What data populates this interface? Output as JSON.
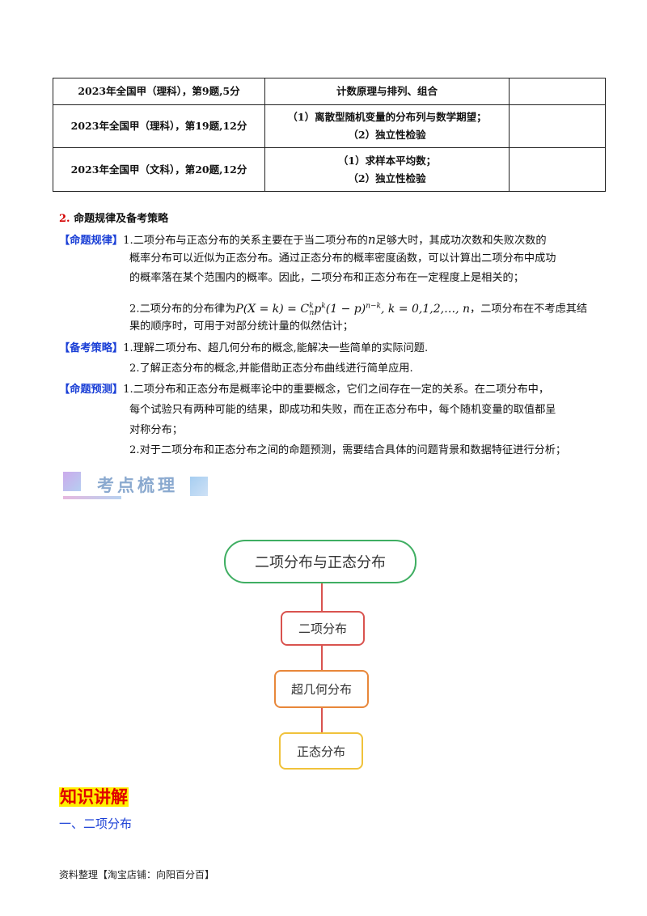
{
  "table": {
    "rows": [
      {
        "source": "2023年全国甲（理科），第9题,5分",
        "topic_lines": [
          "计数原理与排列、组合"
        ],
        "extra": ""
      },
      {
        "source": "2023年全国甲（理科），第19题,12分",
        "topic_lines": [
          "（1）离散型随机变量的分布列与数学期望；",
          "（2）独立性检验"
        ],
        "extra": ""
      },
      {
        "source": "2023年全国甲（文科），第20题,12分",
        "topic_lines": [
          "（1）求样本平均数；",
          "（2）独立性检验"
        ],
        "extra": ""
      }
    ]
  },
  "section2": {
    "num": "2.",
    "title": "命题规律及备考策略"
  },
  "rules": {
    "tag": "【命题规律】",
    "p1_line1": "1.二项分布与正态分布的关系主要在于当二项分布的",
    "p1_n": "n",
    "p1_line1b": "足够大时，其成功次数和失败次数的",
    "p1_line2": "概率分布可以近似为正态分布。通过正态分布的概率密度函数，可以计算出二项分布中成功",
    "p1_line3": "的概率落在某个范围内的概率。因此，二项分布和正态分布在一定程度上是相关的；",
    "p2_prefix": "2.二项分布的分布律为",
    "p2_formula": "P(X = k) = C",
    "p2_formula_tail": "(1 − p)",
    "p2_formula_rest": ", k = 0,1,2,…, n",
    "p2_suffix": "，二项分布在不考虑其结",
    "p2_line2": "果的顺序时，可用于对部分统计量的似然估计；"
  },
  "strategy": {
    "tag": "【备考策略】",
    "line1": "1.理解二项分布、超几何分布的概念,能解决一些简单的实际问题.",
    "line2": "2.了解正态分布的概念,并能借助正态分布曲线进行简单应用."
  },
  "forecast": {
    "tag": "【命题预测】",
    "line1": "1.二项分布和正态分布是概率论中的重要概念，它们之间存在一定的关系。在二项分布中，",
    "line2": "每个试验只有两种可能的结果，即成功和失败，而在正态分布中，每个随机变量的取值都呈",
    "line3": "对称分布；",
    "line4": "2.对于二项分布和正态分布之间的命题预测，需要结合具体的问题背景和数据特征进行分析；"
  },
  "banner": {
    "text": "考点梳理"
  },
  "mindmap": {
    "root": "二项分布与正态分布",
    "nodes": [
      "二项分布",
      "超几何分布",
      "正态分布"
    ],
    "colors": {
      "root": "#3fae62",
      "node1": "#d9534f",
      "node2": "#e8873a",
      "node3": "#f0c23b"
    }
  },
  "knowledge": {
    "title": "知识讲解",
    "sub": "一、二项分布"
  },
  "footer": {
    "text": "资料整理【淘宝店铺：向阳百分百】"
  }
}
